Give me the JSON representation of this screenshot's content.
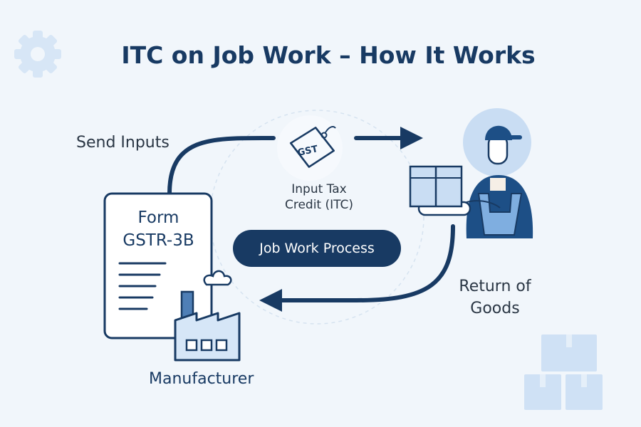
{
  "title": "ITC on Job Work – How It Works",
  "labels": {
    "send_inputs": "Send Inputs",
    "itc_line1": "Input Tax",
    "itc_line2": "Credit (ITC)",
    "gst_tag": "GST",
    "form_line1": "Form",
    "form_line2": "GSTR-3B",
    "job_work": "Job Work Process",
    "return_line1": "Return of",
    "return_line2": "Goods",
    "manufacturer": "Manufacturer"
  },
  "colors": {
    "primary": "#183a63",
    "light_blue": "#c9ddf3",
    "mid_blue": "#7faee0",
    "background": "#f1f6fb"
  },
  "icons": [
    "gear-icon",
    "gst-tag-icon",
    "document-icon",
    "factory-icon",
    "worker-icon",
    "boxes-icon"
  ]
}
